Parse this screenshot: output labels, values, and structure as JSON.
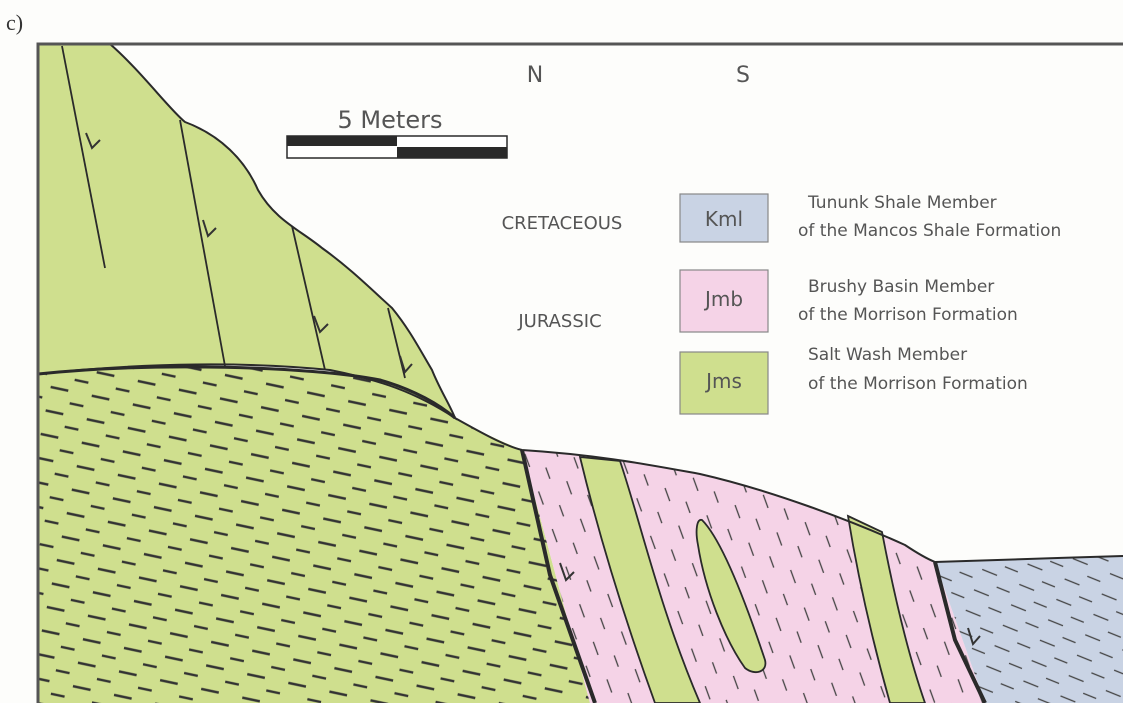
{
  "panel_label": "c)",
  "compass": {
    "north": "N",
    "south": "S"
  },
  "scale_bar": {
    "label": "5 Meters"
  },
  "periods": {
    "cretaceous": "CRETACEOUS",
    "jurassic": "JURASSIC"
  },
  "legend": [
    {
      "code": "Kml",
      "line1": "Tununk Shale Member",
      "line2": "of the Mancos Shale Formation",
      "color": "#c9d3e4"
    },
    {
      "code": "Jmb",
      "line1": "Brushy Basin Member",
      "line2": "of the Morrison Formation",
      "color": "#f5d3e7"
    },
    {
      "code": "Jms",
      "line1": "Salt Wash Member",
      "line2": "of the Morrison Formation",
      "color": "#cfdf8e"
    }
  ],
  "colors": {
    "jms": "#cfdf8e",
    "jmb": "#f5d3e7",
    "kml": "#c9d3e4",
    "ink": "#2a2a2a",
    "frame": "#555555"
  }
}
